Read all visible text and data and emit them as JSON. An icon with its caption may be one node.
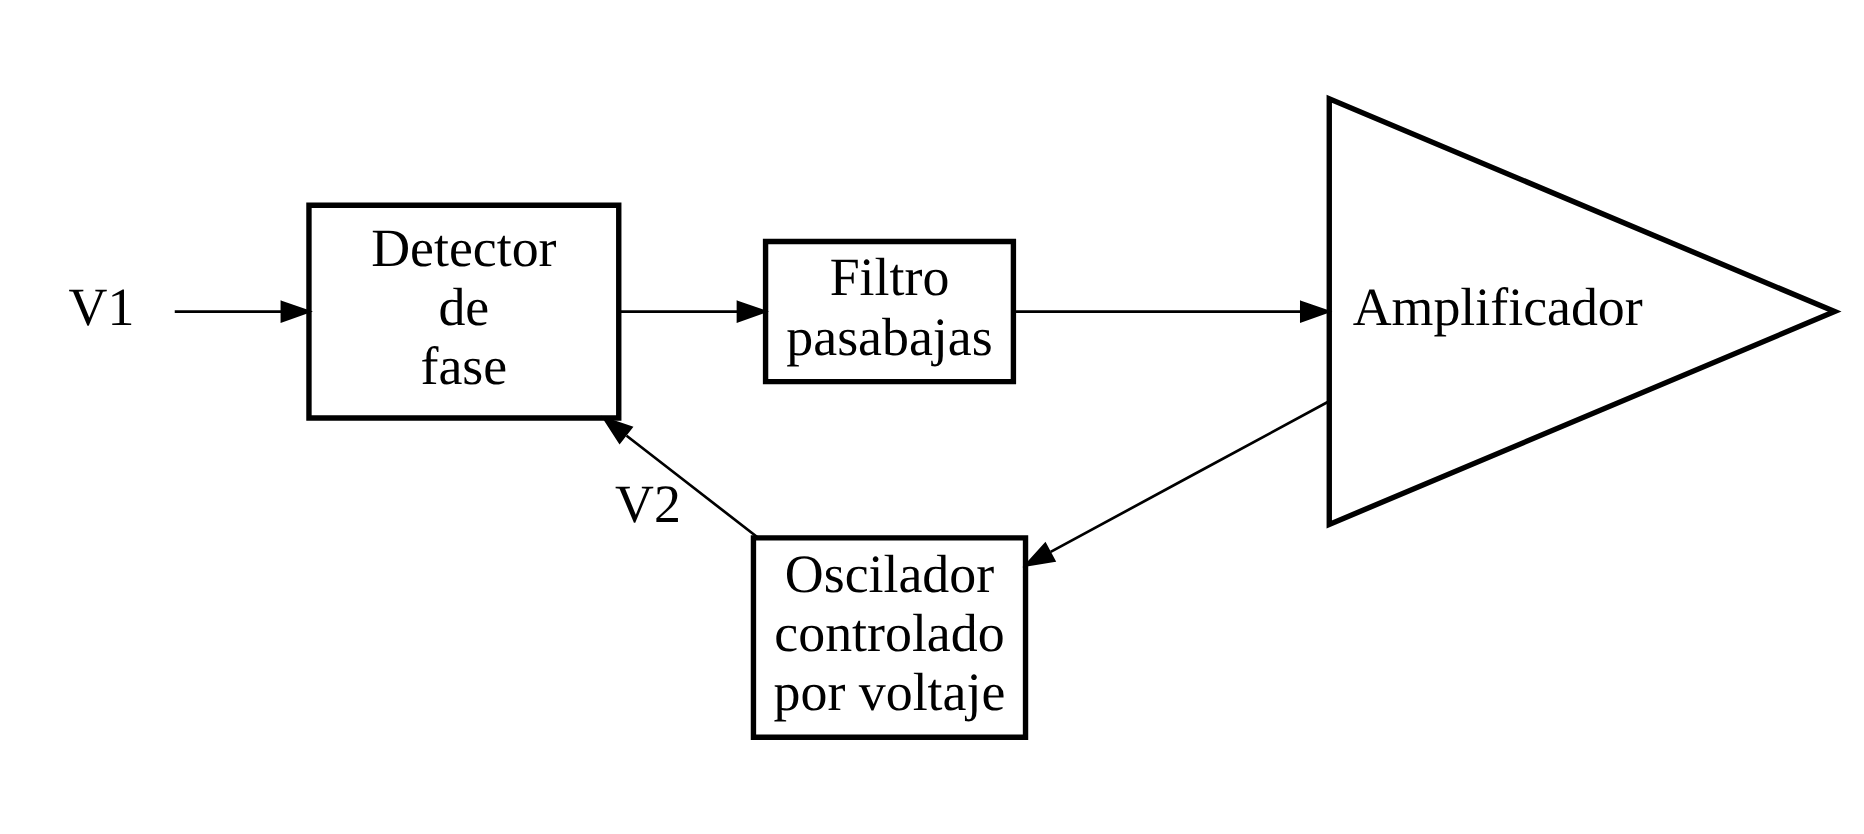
{
  "diagram": {
    "nodes": [
      {
        "text": [
          "V1"
        ]
      },
      {
        "text": [
          "Detector de fase"
        ]
      },
      {
        "text": [
          "Filtro pasabajas"
        ]
      },
      {
        "text": [
          "Amplificador"
        ]
      },
      {
        "text": [
          "Oscilador controlado por voltaje"
        ]
      }
    ],
    "edges": [
      {
        "from": 0,
        "to": 1,
        "arrow": "to"
      },
      {
        "from": 1,
        "to": 2,
        "arrow": "to"
      },
      {
        "from": 2,
        "to": 3,
        "arrow": "to"
      },
      {
        "from": 3,
        "to": 4,
        "arrow": "to"
      },
      {
        "from": 4,
        "to": 1,
        "arrow": "to",
        "label": "V2"
      }
    ]
  }
}
